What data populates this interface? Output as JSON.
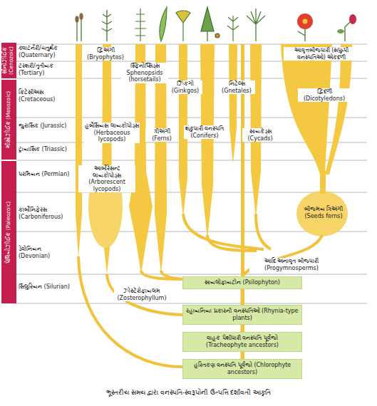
{
  "diagram": {
    "caption": "ભૂસ્તરીય સમય દ્વારા વનસ્પતિ-સ્વરૂપોની ઉત્પત્તિ દર્શાવતી આકૃતિ",
    "nodes": [
      {
        "text": [
          "સાયલોફાયટોન (Psilophyton)"
        ]
      },
      {
        "text": [
          "રહાયનિયા પ્રકારની વનસ્પતિઓ (Rhynia-type plants)"
        ]
      },
      {
        "text": [
          "વાહક પેશીધારી વનસ્પતિ પૂર્વજો (Tracheophyte ancestors)"
        ]
      },
      {
        "text": [
          "હરિતકણ વનસ્પતિ પૂર્વજો (Chlorophyte ancestors)"
        ]
      }
    ],
    "edges": [
      {
        "from": 3,
        "to": 2,
        "arrow": "none"
      },
      {
        "from": 2,
        "to": 1,
        "arrow": "none"
      },
      {
        "from": 1,
        "to": 0,
        "arrow": "none"
      }
    ],
    "labels": [
      "સીનોઝોઈક (Cenozoic)",
      "ક્વાટર્નરી/ચતુર્થક (Quaternary)",
      "દ્વિઅંગી (Bryophytes)",
      "આવૃત્તબીજધારી (સપુષ્પી વનસ્પતિઓ) એકદળી",
      "ટરશરી/તૃતીયક (Tertiary)",
      "સ્ફિનોપ્સિડ્સ Sphenopsids (horsetails)",
      "ઝિંકગો (Ginkgos)",
      "નિટેલ્સ (Gnetales)",
      "દ્વિદળી (Dicotyledons)",
      "મીસોઝોઈક (Mesozoic)",
      "ક્રિટેસીઅસ (Cretaceous)",
      "હર્બેસિયસ લાયકોપોડ્સ (Herbaceous lycopods)",
      "ત્રીઅંગી (Ferns)",
      "શંકુધારી વનસ્પતિ (Conifers)",
      "સાયકેડ્સ (Cycads)",
      "જુરાસિક (Jurassic)",
      "ટ્રાયાસિક (Triassic)",
      "પેલિયોઝોઈક (Paleozoic)",
      "પરમિયન (Permian)",
      "આર્બોરેસન્ટ લાયકોપોડ્સ (Arborescent lycopods)",
      "બીજમય ત્રિઅંગી (Seeds ferns)",
      "કાર્બોનિફેરસ (Carboniferous)",
      "ડેવોનિયન (Devonian)",
      "આદિ અનાવૃત બીજધારી (Progymnosperms)",
      "સિલુરિયન (Silurian)",
      "ઝોસ્ટેરોફાયલમ (Zosterophyllum)"
    ]
  }
}
